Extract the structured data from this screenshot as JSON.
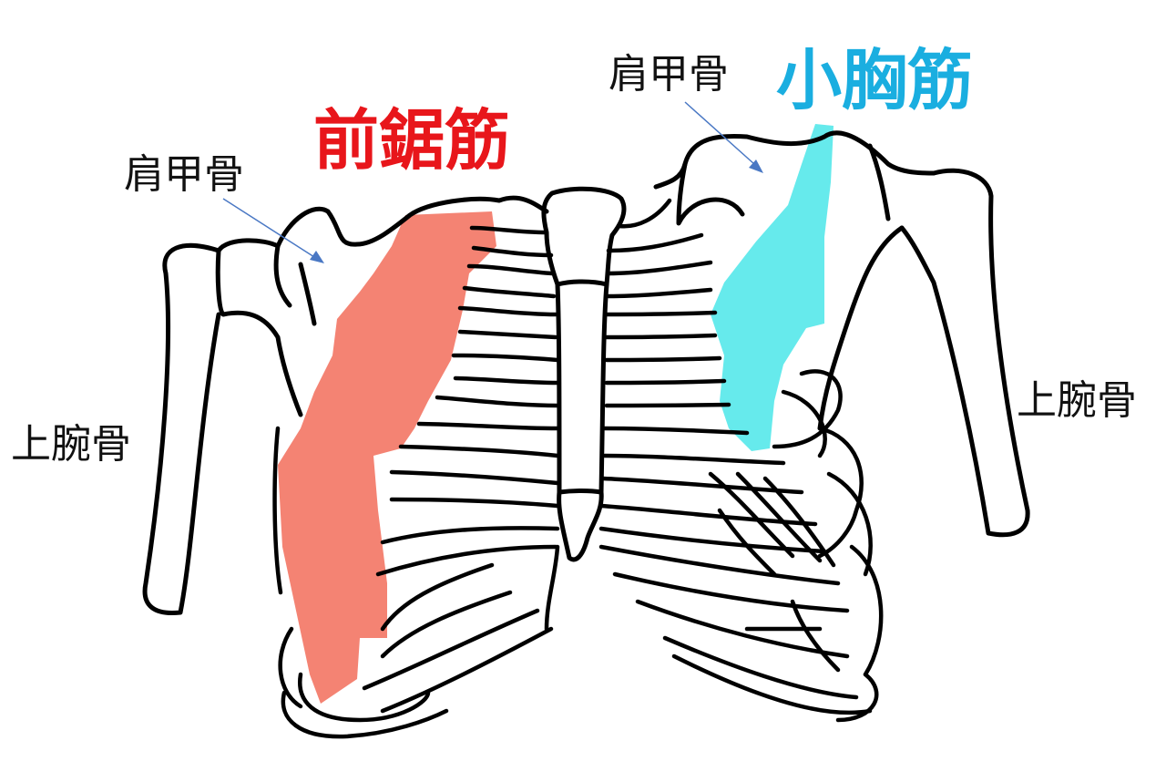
{
  "title": {
    "serratus": "前鋸筋",
    "pectoralis_minor": "小胸筋"
  },
  "labels": {
    "scapula_left": "肩甲骨",
    "scapula_right": "肩甲骨",
    "humerus_left": "上腕骨",
    "humerus_right": "上腕骨"
  },
  "colors": {
    "serratus": "#f26d5b",
    "serratus_text": "#e8161b",
    "pectoralis_minor": "#55e8ea",
    "pectoralis_minor_text": "#1aaee0",
    "arrow": "#4a78c4",
    "outline": "#000000"
  }
}
